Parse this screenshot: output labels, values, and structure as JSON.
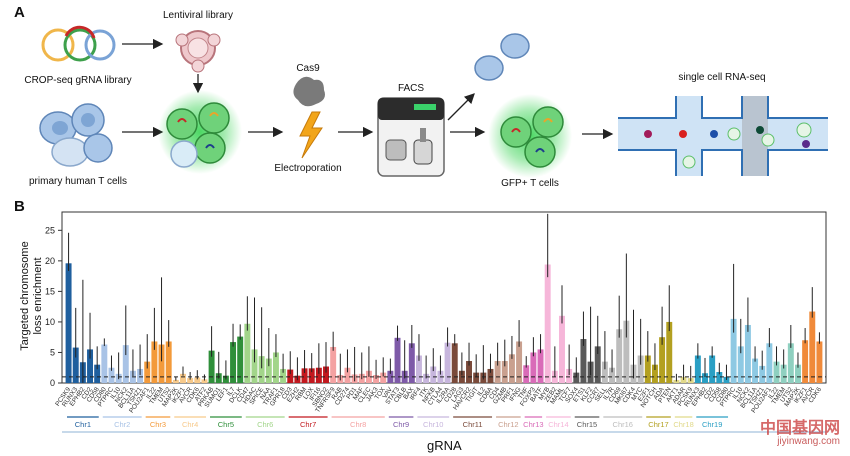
{
  "panel_a": {
    "letter": "A",
    "labels": {
      "lentiviral_library": "Lentiviral library",
      "cropseq": "CROP-seq gRNA library",
      "primary_t_cells": "primary human T cells",
      "cas9": "Cas9",
      "electroporation": "Electroporation",
      "facs": "FACS",
      "gfp_t_cells": "GFP+ T cells",
      "scrnaseq": "single cell RNA-seq"
    },
    "colors": {
      "gfp_glow": "#39d353",
      "cell_blue": "#a9c6e8",
      "channel": "#cfe3f5",
      "channel_border": "#2f6fb3",
      "bolt": "#f2a51a"
    }
  },
  "panel_b": {
    "letter": "B",
    "ylabel_line1": "Targeted chromosome",
    "ylabel_line2": "loss enrichment",
    "xlabel": "gRNA",
    "watermark_line1": "中国基因网",
    "watermark_line2": "jiyinwang.com"
  },
  "chart_data": {
    "type": "bar",
    "ylim": [
      0,
      28
    ],
    "yticks": [
      0,
      5,
      10,
      15,
      20,
      25
    ],
    "reference_line": 1,
    "chromosome_groups": [
      {
        "name": "Chr1",
        "color": "#1f5f9e",
        "values": [
          19.6,
          5.8,
          3.4,
          5.5,
          3.0
        ],
        "errors": [
          5.0,
          6.5,
          13.5,
          6.0,
          3.0
        ]
      },
      {
        "name": "Chr2",
        "color": "#a9c3e6",
        "values": [
          6.3,
          2.5,
          1.5,
          6.2,
          2.0,
          2.3
        ],
        "errors": [
          1.0,
          2.0,
          3.5,
          6.5,
          3.5,
          4.0
        ]
      },
      {
        "name": "Chr3",
        "color": "#f39a3a",
        "values": [
          3.5,
          6.8,
          6.3,
          6.8
        ],
        "errors": [
          4.5,
          5.5,
          11.0,
          3.5
        ]
      },
      {
        "name": "Chr4",
        "color": "#f7c98a",
        "values": [
          0.5,
          1.5,
          0.8,
          0.9,
          0.6
        ],
        "errors": [
          0.5,
          1.2,
          1.0,
          1.2,
          0.8
        ]
      },
      {
        "name": "Chr5",
        "color": "#2f8f3a",
        "values": [
          5.3,
          1.6,
          1.2,
          6.7,
          7.6
        ],
        "errors": [
          4.0,
          3.5,
          2.5,
          3.0,
          2.0
        ]
      },
      {
        "name": "Chr6",
        "color": "#a2d58a",
        "values": [
          9.7,
          5.5,
          4.4,
          4.0,
          5.0,
          2.3
        ],
        "errors": [
          4.5,
          8.5,
          8.0,
          5.0,
          3.0,
          2.5
        ]
      },
      {
        "name": "Chr7",
        "color": "#c2181e",
        "values": [
          2.2,
          1.2,
          2.4,
          2.4,
          2.5,
          2.7
        ],
        "errors": [
          3.0,
          3.0,
          3.0,
          2.5,
          4.0,
          4.0
        ]
      },
      {
        "name": "Chr8",
        "color": "#f4a2a2",
        "values": [
          5.9,
          1.3,
          2.5,
          1.4,
          1.5,
          2.0,
          1.3,
          1.7
        ],
        "errors": [
          2.5,
          3.5,
          3.0,
          4.5,
          3.5,
          4.0,
          2.5,
          2.5
        ]
      },
      {
        "name": "Chr9",
        "color": "#7e5aa8",
        "values": [
          2.0,
          7.4,
          2.0,
          6.5
        ],
        "errors": [
          2.0,
          2.0,
          5.0,
          3.0
        ]
      },
      {
        "name": "Chr10",
        "color": "#c7b6dd",
        "values": [
          4.5,
          1.5,
          2.7,
          2.0,
          6.6
        ],
        "errors": [
          3.5,
          3.0,
          3.0,
          2.5,
          2.5
        ]
      },
      {
        "name": "Chr11",
        "color": "#7a4a3a",
        "values": [
          6.5,
          2.0,
          3.6,
          1.7,
          1.7,
          2.3
        ],
        "errors": [
          1.5,
          3.0,
          3.0,
          3.0,
          4.5,
          2.5
        ]
      },
      {
        "name": "Chr12",
        "color": "#c9a08f",
        "values": [
          3.6,
          3.6,
          4.7,
          6.8
        ],
        "errors": [
          3.0,
          3.5,
          3.0,
          3.5
        ]
      },
      {
        "name": "Chr13",
        "color": "#d96bb8",
        "values": [
          2.9,
          5.0,
          5.5
        ],
        "errors": [
          1.5,
          2.5,
          2.5
        ]
      },
      {
        "name": "Chr14",
        "color": "#f6b6d9",
        "values": [
          19.4,
          2.0,
          11.0,
          2.3
        ],
        "errors": [
          8.3,
          4.0,
          5.0,
          4.0
        ]
      },
      {
        "name": "Chr15",
        "color": "#5a5a5a",
        "values": [
          1.7,
          7.2,
          3.5,
          6.0
        ],
        "errors": [
          2.5,
          4.5,
          9.0,
          5.0
        ]
      },
      {
        "name": "Chr16",
        "color": "#bdbdbd",
        "values": [
          3.5,
          2.5,
          8.8,
          10.2,
          3.0,
          4.5
        ],
        "errors": [
          5.0,
          3.0,
          5.5,
          11.0,
          9.0,
          6.0
        ]
      },
      {
        "name": "Chr17",
        "color": "#b3a020",
        "values": [
          4.5,
          3.0,
          7.5,
          10.0
        ],
        "errors": [
          4.0,
          3.5,
          5.0,
          6.0
        ]
      },
      {
        "name": "Chr18",
        "color": "#e1d98a",
        "values": [
          0.5,
          1.0,
          0.8
        ],
        "errors": [
          1.0,
          2.0,
          2.0
        ]
      },
      {
        "name": "Chr19",
        "color": "#2a9fc4",
        "values": [
          4.5,
          1.6,
          4.5,
          1.8,
          1.0
        ],
        "errors": [
          2.0,
          2.5,
          1.5,
          1.5,
          2.0
        ]
      },
      {
        "name": "",
        "color": "#8ec9e3",
        "values": [
          10.5,
          6.0,
          9.5,
          4.0,
          2.8,
          6.5
        ],
        "errors": [
          9.0,
          4.5,
          4.5,
          2.0,
          2.5,
          2.5
        ]
      },
      {
        "name": "",
        "color": "#8fd0c0",
        "values": [
          3.5,
          3.0,
          6.5,
          3.0
        ],
        "errors": [
          2.5,
          2.5,
          3.0,
          2.0
        ]
      },
      {
        "name": "",
        "color": "#f08a3a",
        "values": [
          7.0,
          11.7,
          6.8
        ],
        "errors": [
          2.0,
          4.0,
          1.5
        ]
      }
    ],
    "tick_labels": [
      "PCSK9",
      "RUNX3",
      "EPHB2",
      "CD2",
      "CD58",
      "CD80",
      "PTPRC",
      "IL10",
      "NCK2",
      "BCL11A",
      "TSHZ1",
      "POU2AF1",
      "IL22",
      "TMEM",
      "UTS2",
      "MAP2K",
      "IKZF1",
      "AVCR",
      "CDK6",
      "ATF2",
      "PRKAB",
      "SUMO1",
      "LEF1",
      "IL7",
      "DCLK",
      "CD47",
      "HDAC",
      "SPICE",
      "NAA",
      "TRAF1",
      "GPR18",
      "CD3",
      "EZH2",
      "RBM",
      "LOX",
      "IFI16",
      "SBNO2",
      "TNFRSF9",
      "RAB",
      "CD274",
      "PD1",
      "MAF",
      "CLEC",
      "JAK3",
      "TOX",
      "VAV",
      "STAT3",
      "CBLB",
      "BAX",
      "IRF4",
      "ITK",
      "NFKB",
      "CTLA4",
      "IL2RA",
      "CD28",
      "LAG3",
      "HAVCR2",
      "TIGIT",
      "IL2",
      "CD8A",
      "CD4",
      "GZMB",
      "PRF1",
      "IFNG",
      "TNF",
      "FOXP3",
      "BATF",
      "MYB",
      "ZEB2",
      "MAML",
      "TCF7",
      "SOX4",
      "ETS1",
      "KLF2",
      "CCR7",
      "SELL",
      "IL7R",
      "CD69",
      "MKI67",
      "CDK4",
      "MYC",
      "E2F1",
      "NOTCH",
      "ADA",
      "PTEN",
      "AKT1",
      "ADAR"
    ]
  }
}
